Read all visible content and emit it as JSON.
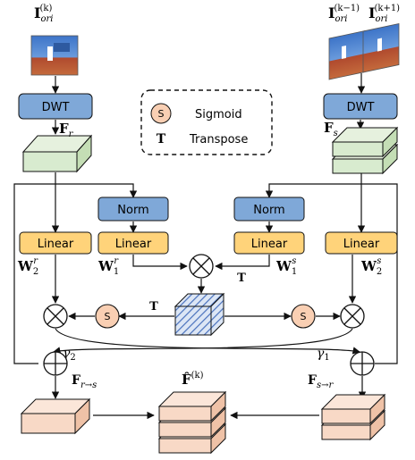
{
  "colors": {
    "dwt_fill": "#7fa8d8",
    "norm_fill": "#7fa8d8",
    "linear_fill": "#ffd37a",
    "sig_fill": "#f9cfb3",
    "feat_green": "#d8ebcf",
    "feat_peach": "#f8d9c6",
    "hatch_blue": "#6b8fcf",
    "stroke": "#111111"
  },
  "inputs": {
    "left": {
      "main": "I",
      "sub": "ori",
      "sup": "(k)"
    },
    "right_a": {
      "main": "I",
      "sub": "ori",
      "sup": "(k−1)"
    },
    "right_b": {
      "main": "I",
      "sub": "ori",
      "sup": "(k+1)"
    }
  },
  "blocks": {
    "dwt": "DWT",
    "norm": "Norm",
    "linear": "Linear"
  },
  "legend": {
    "sigmoid_symbol": "S",
    "sigmoid_label": "Sigmoid",
    "transpose_symbol": "T",
    "transpose_label": "Transpose"
  },
  "labels": {
    "fr": {
      "main": "F",
      "sub": "r"
    },
    "fs": {
      "main": "F",
      "sub": "s"
    },
    "w2r": {
      "main": "W",
      "sub": "2",
      "sup": "r"
    },
    "w1r": {
      "main": "W",
      "sub": "1",
      "sup": "r"
    },
    "w1s": {
      "main": "W",
      "sub": "1",
      "sup": "s"
    },
    "w2s": {
      "main": "W",
      "sub": "2",
      "sup": "s"
    },
    "t_upper": "T",
    "t_lower": "T",
    "gamma2": {
      "main": "γ",
      "sub": "2"
    },
    "gamma1": {
      "main": "γ",
      "sub": "1"
    },
    "f_r_to_s": {
      "main": "F",
      "sub": "r→s"
    },
    "f_s_to_r": {
      "main": "F",
      "sub": "s→r"
    },
    "f_hat": {
      "main": "F̂",
      "sup": "(k)"
    },
    "sig_symbol": "S"
  }
}
